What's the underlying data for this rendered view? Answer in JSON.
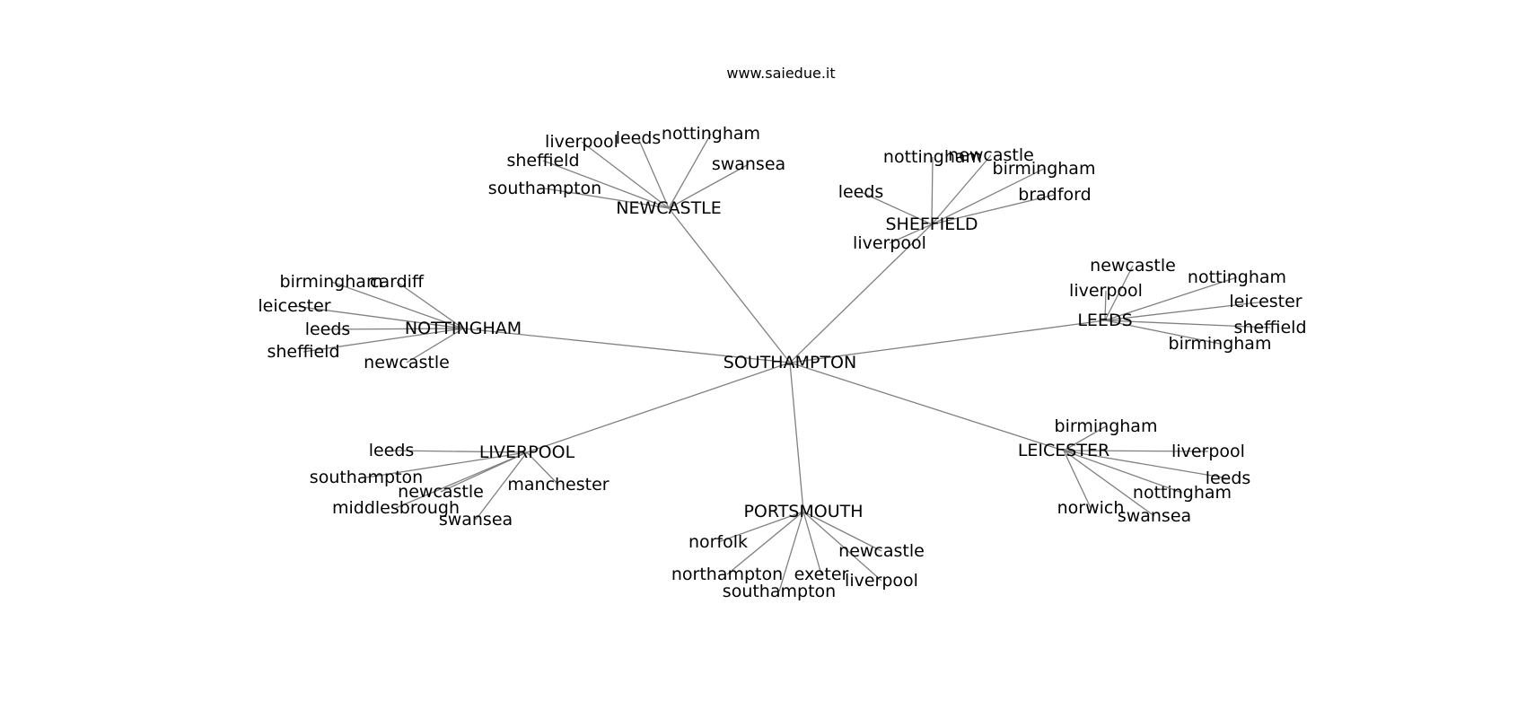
{
  "header": {
    "site": "www.saiedue.it"
  },
  "graph": {
    "root": "SOUTHAMPTON",
    "hubs": [
      {
        "label": "NEWCASTLE",
        "children": [
          "liverpool",
          "leeds",
          "nottingham",
          "sheffield",
          "swansea",
          "southampton"
        ]
      },
      {
        "label": "SHEFFIELD",
        "children": [
          "nottingham",
          "newcastle",
          "birmingham",
          "leeds",
          "bradford",
          "liverpool"
        ]
      },
      {
        "label": "NOTTINGHAM",
        "children": [
          "birmingham",
          "cardiff",
          "leicester",
          "leeds",
          "sheffield",
          "newcastle"
        ]
      },
      {
        "label": "LEEDS",
        "children": [
          "newcastle",
          "nottingham",
          "liverpool",
          "leicester",
          "sheffield",
          "birmingham"
        ]
      },
      {
        "label": "LIVERPOOL",
        "children": [
          "leeds",
          "southampton",
          "newcastle",
          "manchester",
          "middlesbrough",
          "swansea"
        ]
      },
      {
        "label": "LEICESTER",
        "children": [
          "birmingham",
          "liverpool",
          "leeds",
          "nottingham",
          "norwich",
          "swansea"
        ]
      },
      {
        "label": "PORTSMOUTH",
        "children": [
          "norfolk",
          "newcastle",
          "northampton",
          "exeter",
          "liverpool",
          "southampton"
        ]
      }
    ]
  }
}
